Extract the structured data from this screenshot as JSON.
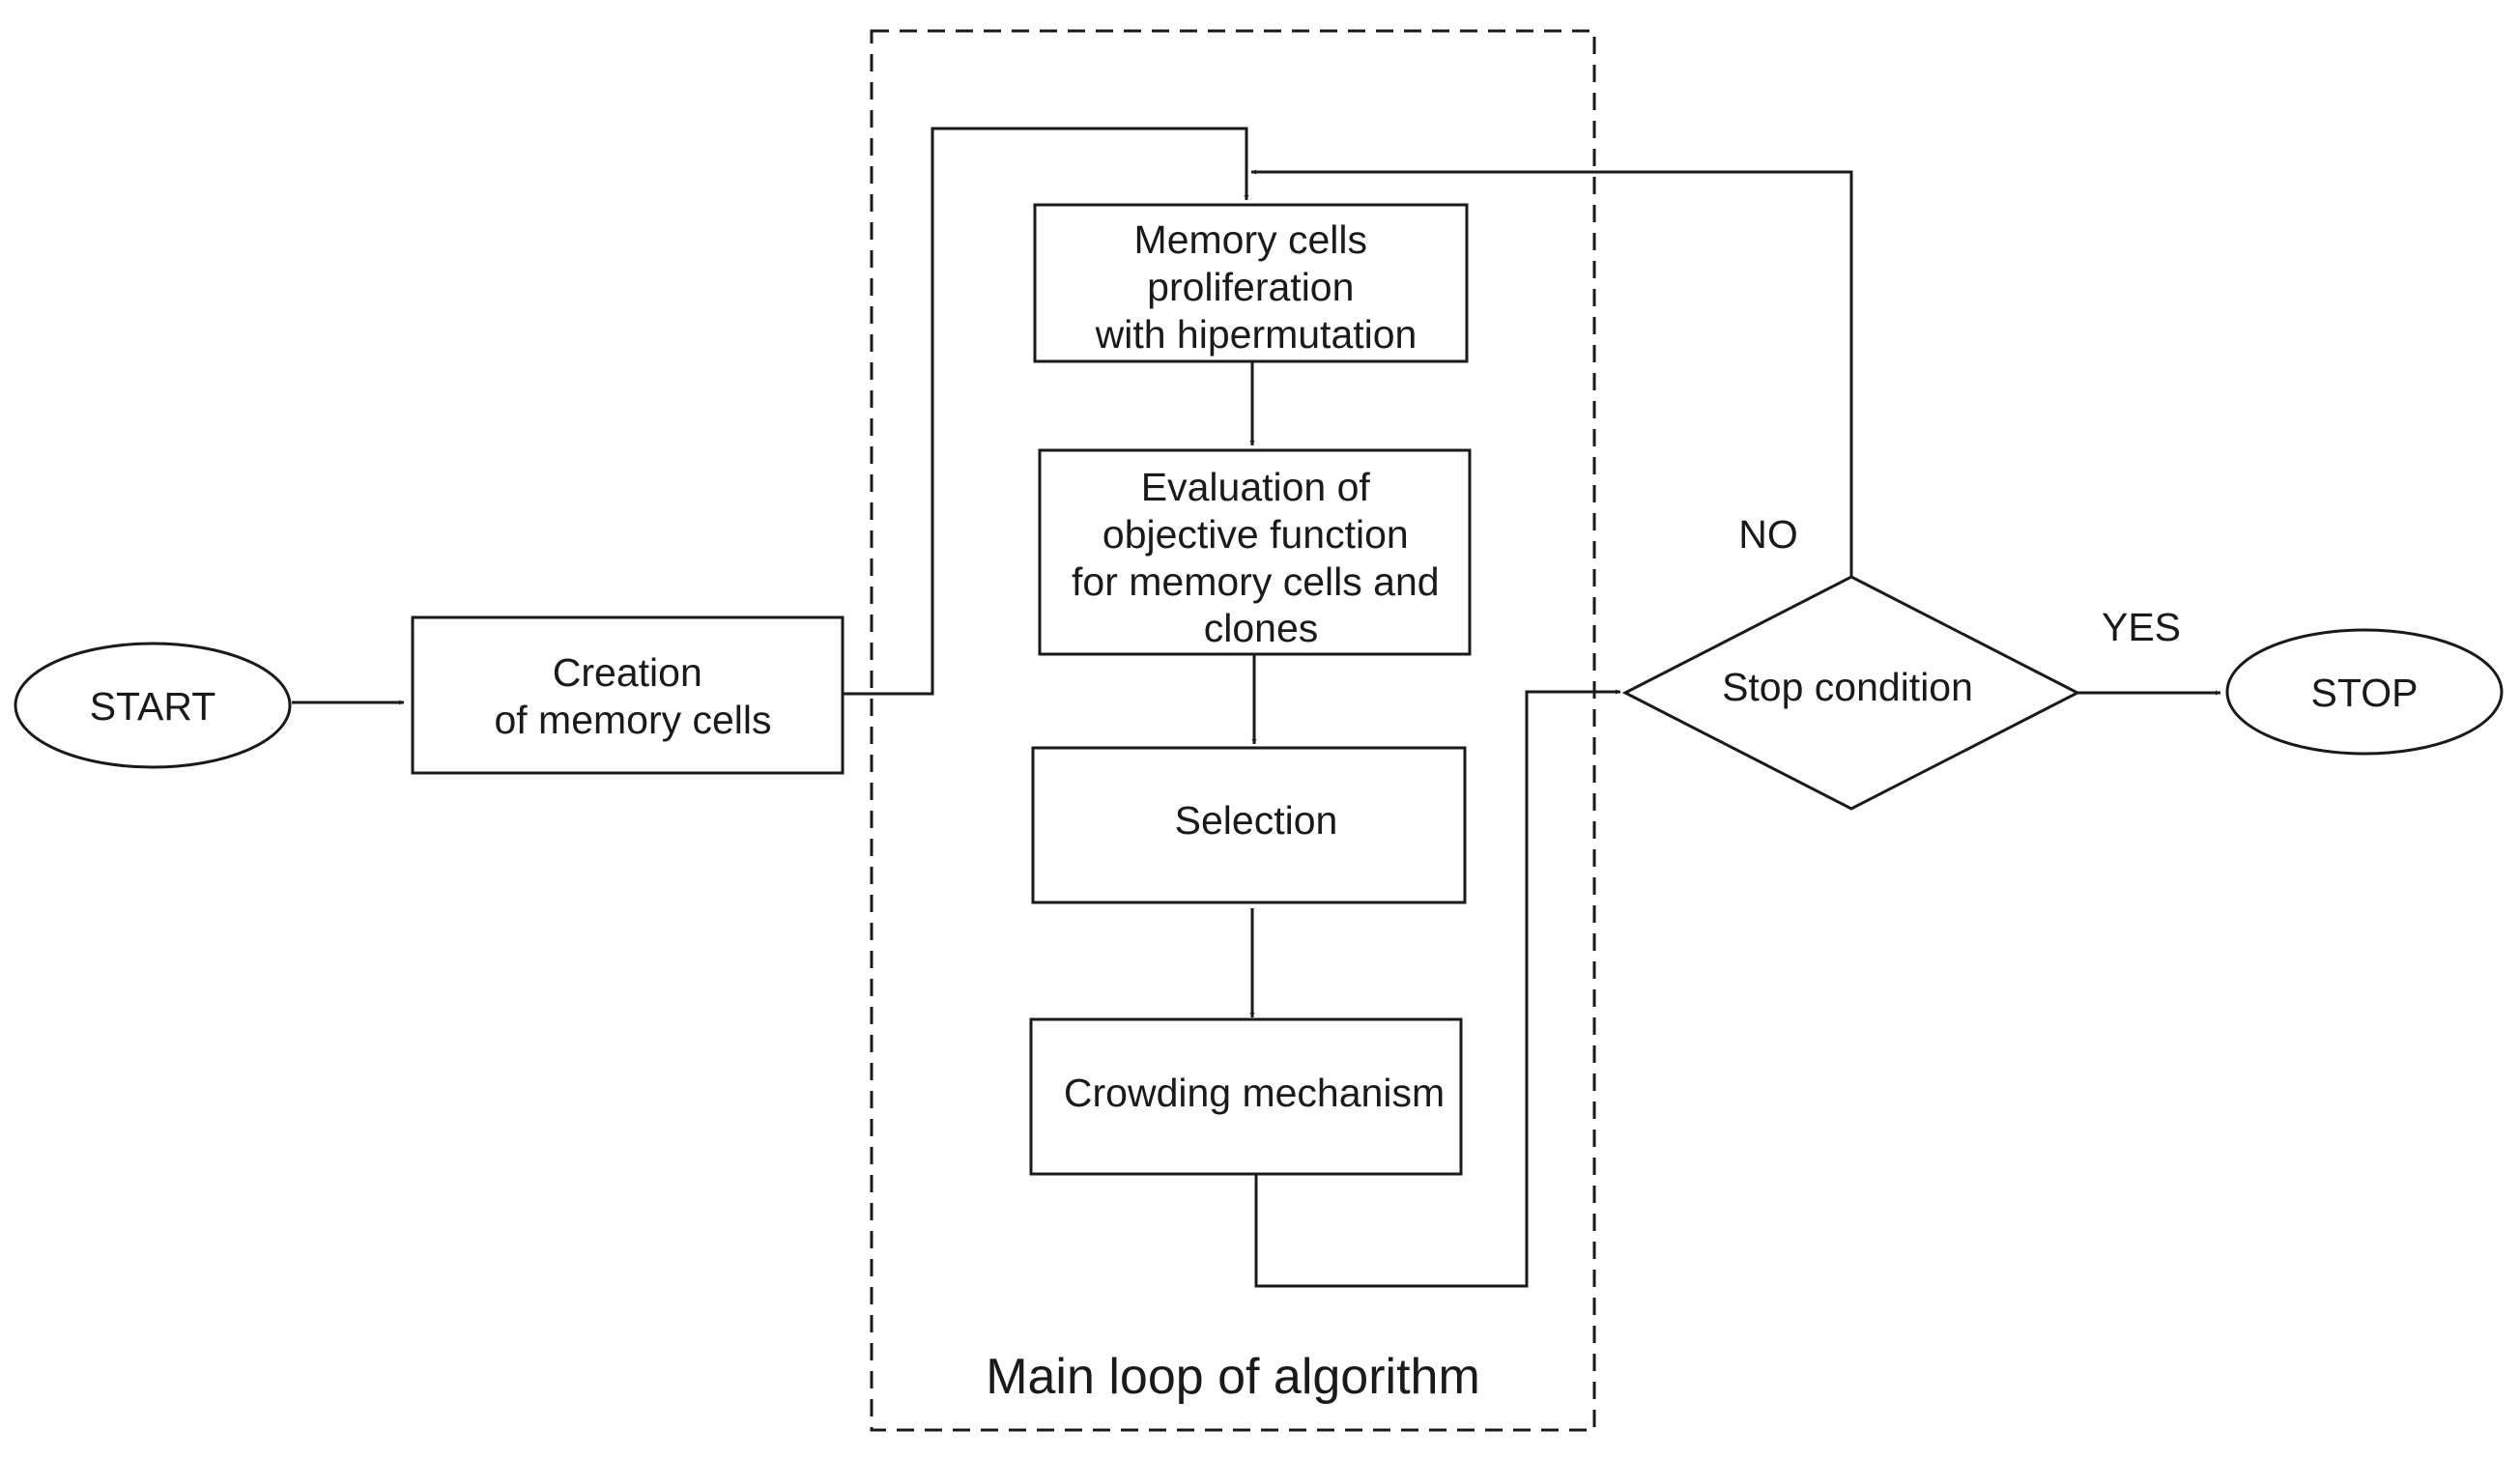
{
  "diagram": {
    "nodes": {
      "start": {
        "label": "START"
      },
      "creation": {
        "lines": [
          "Creation",
          "of memory cells"
        ]
      },
      "proliferation": {
        "lines": [
          "Memory cells",
          "proliferation",
          "with hipermutation"
        ]
      },
      "evaluation": {
        "lines": [
          "Evaluation of",
          "objective function",
          "for memory cells and",
          "clones"
        ]
      },
      "selection": {
        "label": "Selection"
      },
      "crowding": {
        "label": "Crowding mechanism"
      },
      "stop_condition": {
        "label": "Stop condition"
      },
      "stop": {
        "label": "STOP"
      }
    },
    "edge_labels": {
      "no": "NO",
      "yes": "YES"
    },
    "group": {
      "label": "Main loop of algorithm"
    },
    "edges": [
      {
        "from": "start",
        "to": "creation"
      },
      {
        "from": "creation",
        "to": "proliferation"
      },
      {
        "from": "proliferation",
        "to": "evaluation"
      },
      {
        "from": "evaluation",
        "to": "selection"
      },
      {
        "from": "selection",
        "to": "crowding"
      },
      {
        "from": "crowding",
        "to": "stop_condition"
      },
      {
        "from": "stop_condition",
        "to": "stop",
        "label": "YES"
      },
      {
        "from": "stop_condition",
        "to": "proliferation",
        "label": "NO"
      }
    ]
  }
}
